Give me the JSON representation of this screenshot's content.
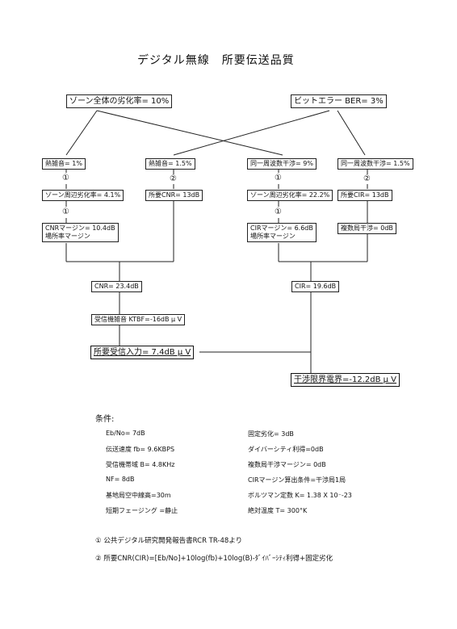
{
  "title": "デジタル無線　所要伝送品質",
  "top": {
    "zone": "ゾーン全体の劣化率= 10%",
    "ber": "ビットエラー BER= 3%"
  },
  "row1": [
    "熱雑音= 1%",
    "熱雑音= 1.5%",
    "同一周波数干渉= 9%",
    "同一周波数干渉= 1.5%"
  ],
  "marks": {
    "m1": "①",
    "m2": "②"
  },
  "row2": [
    "ゾーン周辺劣化率= 4.1%",
    "所要CNR= 13dB",
    "ゾーン周辺劣化率= 22.2%",
    "所要CIR= 13dB"
  ],
  "row3": {
    "cnr_margin": [
      "CNRマージン= 10.4dB",
      "場所率マージン"
    ],
    "cir_margin": [
      "CIRマージン= 6.6dB",
      "場所率マージン"
    ],
    "multi": "複数局干渉= 0dB"
  },
  "cnr": "CNR= 23.4dB",
  "cir": "CIR= 19.6dB",
  "ktbf": "受信機雑音 KTBF=-16dB μ V",
  "required_input": "所要受信入力= 7.4dB μ V",
  "interference_limit": "干渉限界電界=-12.2dB μ V",
  "conditions_heading": "条件:",
  "conditions_left": [
    "Eb/No= 7dB",
    "伝送速度 fb= 9.6KBPS",
    "受信機帯域 B= 4.8KHz",
    "NF= 8dB",
    "基地局空中線高=30m",
    "短期フェージング =静止"
  ],
  "conditions_right": [
    "固定劣化= 3dB",
    "ダイバーシティ利得=0dB",
    "複数局干渉マージン= 0dB",
    "CIRマージン算出条件=干渉局1局",
    "ボルツマン定数 K= 1.38 X 10⁻-23",
    "絶対温度 T= 300°K"
  ],
  "footnotes": [
    "① 公共デジタル研究開発報告書RCR TR-48より",
    "② 所要CNR(CIR)=[Eb/No]+10log(fb)+10log(B)-ﾀﾞｲﾊﾞｰｼﾃｨ利得+固定劣化"
  ]
}
